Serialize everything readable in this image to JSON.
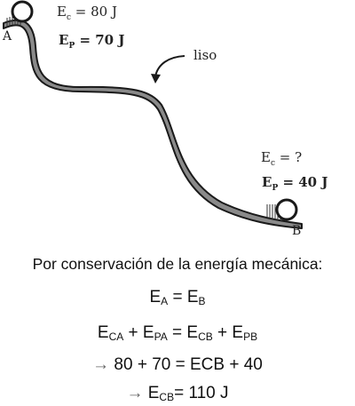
{
  "diagram": {
    "point_a": "A",
    "point_b": "B",
    "top_energy": {
      "ec": {
        "symbol": "E",
        "sub": "c",
        "rest": " = 80 J"
      },
      "ep": {
        "symbol": "E",
        "sub": "P",
        "rest": " = 70 J"
      }
    },
    "bottom_energy": {
      "ec": {
        "symbol": "E",
        "sub": "c",
        "rest": " = ?"
      },
      "ep": {
        "symbol": "E",
        "sub": "P",
        "rest": " = 40 J"
      }
    },
    "surface_label": "liso"
  },
  "solution": {
    "intro": "Por conservación de la energía mecánica:",
    "eq1": {
      "e1": "E",
      "s1": "A",
      "mid": " = ",
      "e2": "E",
      "s2": "B"
    },
    "eq2": {
      "e1": "E",
      "s1": "CA",
      "p1": " + ",
      "e2": "E",
      "s2": "PA",
      "p2": " = ",
      "e3": "E",
      "s3": "CB",
      "p3": " + ",
      "e4": "E",
      "s4": "PB"
    },
    "eq3": {
      "arrow": "→",
      "text": " 80 + 70 = ECB + 40"
    },
    "eq4": {
      "arrow": "→",
      "e": " E",
      "s": "CB",
      "rest": "= 110 J"
    }
  },
  "colors": {
    "track_fill": "#8a8a8a",
    "track_edge": "#1a1a1a",
    "ball": "#ffffff"
  }
}
